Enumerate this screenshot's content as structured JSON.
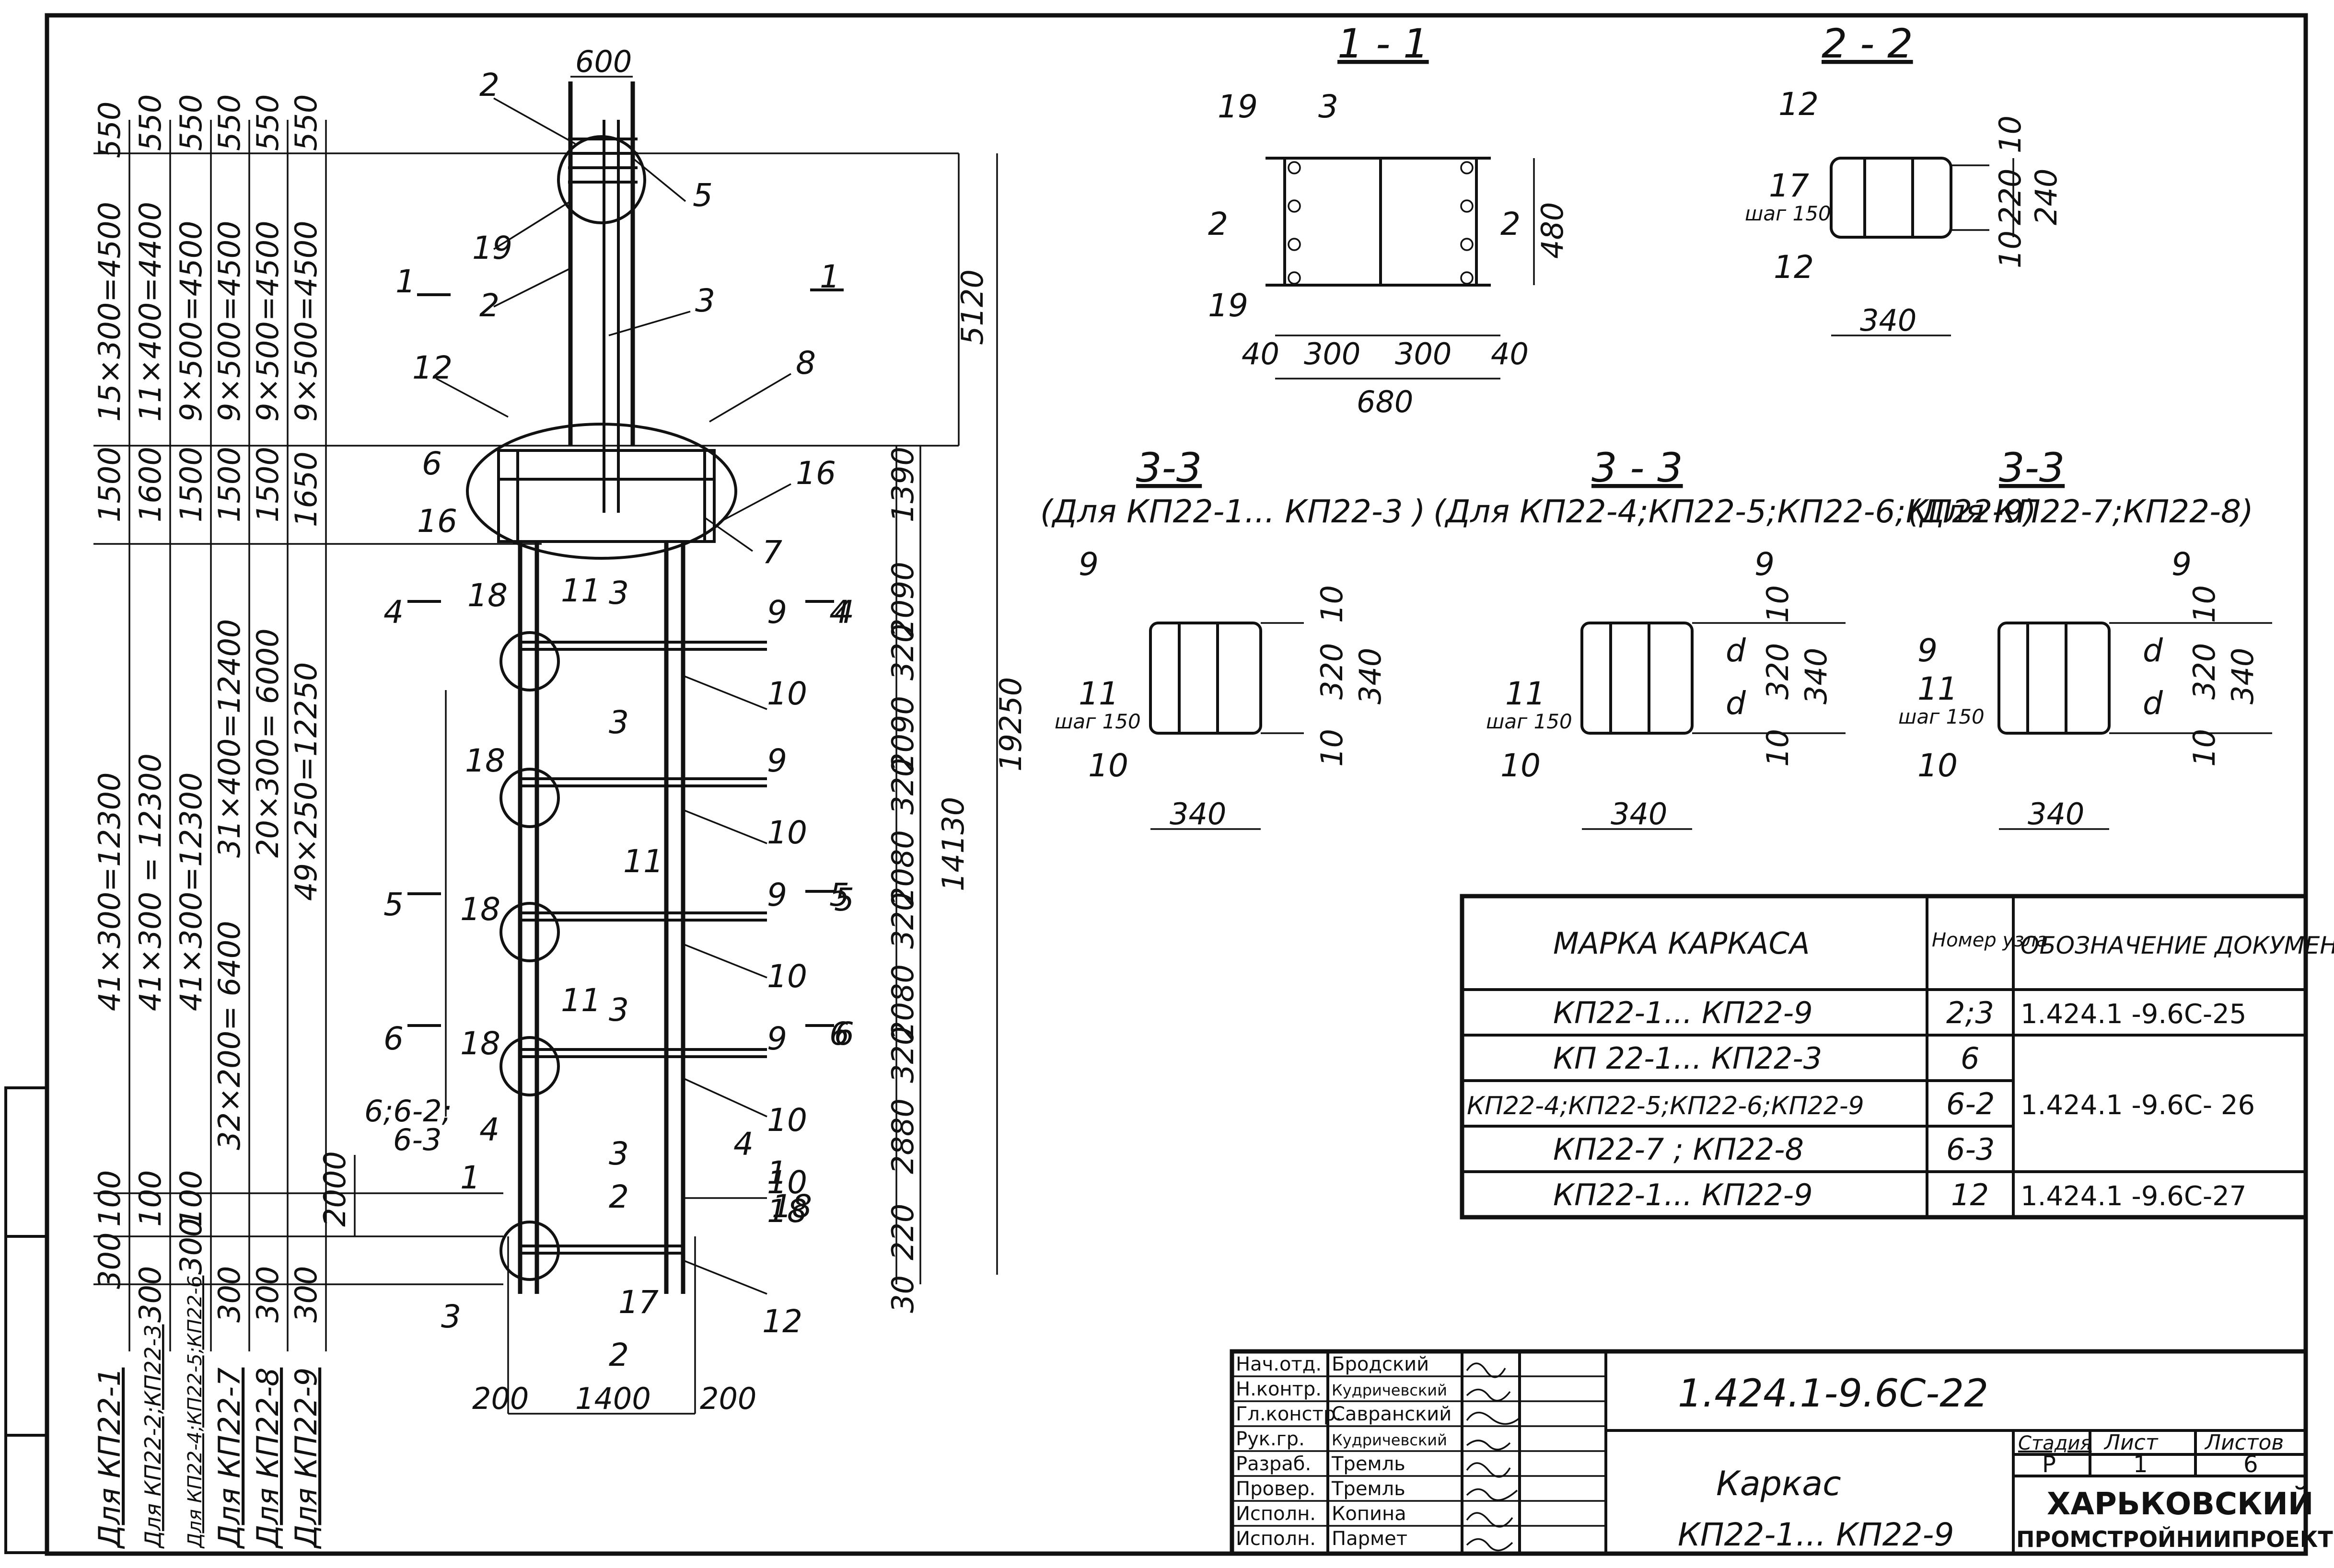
{
  "left_dims": {
    "col1": [
      "550",
      "15×300=4500",
      "1500",
      "41×300=12300",
      "300",
      "100"
    ],
    "col2": [
      "550",
      "11×400=4400",
      "1600",
      "41×300 = 12300",
      "300",
      "100"
    ],
    "col3": [
      "550",
      "9×500=4500",
      "1500",
      "41×300=12300",
      "300",
      "100"
    ],
    "col4": [
      "550",
      "9×500=4500",
      "1500",
      "31×400=12400",
      "32×200= 6400",
      "300"
    ],
    "col5": [
      "550",
      "9×500=4500",
      "1500",
      "20×300= 6000",
      "300"
    ],
    "col6": [
      "550",
      "9×500=4500",
      "1650",
      "49×250=12250",
      "300"
    ]
  },
  "variants": [
    "Для КП22-1",
    "Для КП22-2;КП22-3",
    "Для КП22-4;КП22-5;КП22-6",
    "Для КП22-7",
    "Для КП22-8",
    "Для КП22-9"
  ],
  "main_view": {
    "top_width": "600",
    "bottom_dims": [
      "200",
      "1400",
      "200"
    ],
    "right_overall": [
      "5120",
      "19250",
      "14130"
    ],
    "right_segments": [
      "1390",
      "2090",
      "320",
      "2090",
      "320",
      "2080",
      "320",
      "2080",
      "320",
      "2880",
      "220",
      "30"
    ],
    "left_small": [
      "2000",
      "6;6-2;",
      "6-3"
    ],
    "labels": [
      "2",
      "5",
      "19",
      "2",
      "3",
      "12",
      "8",
      "6",
      "16",
      "16",
      "7",
      "18",
      "11",
      "3",
      "9",
      "4",
      "10",
      "3",
      "18",
      "9",
      "10",
      "18",
      "11",
      "9",
      "5",
      "10",
      "11",
      "3",
      "18",
      "9",
      "6",
      "10",
      "4",
      "4",
      "10",
      "3",
      "1",
      "1",
      "18",
      "2",
      "17",
      "12",
      "3",
      "2",
      "18"
    ],
    "cut_marks": [
      "1",
      "1",
      "4",
      "4",
      "5",
      "5",
      "6",
      "6"
    ]
  },
  "section_1_1": {
    "title": "1 - 1",
    "labels": [
      "19",
      "3",
      "2",
      "2",
      "19"
    ],
    "dims": [
      "40",
      "300",
      "300",
      "40",
      "680",
      "480"
    ]
  },
  "section_2_2": {
    "title": "2 - 2",
    "labels": [
      "12",
      "17",
      "шаг 150",
      "12"
    ],
    "dims": [
      "10",
      "220",
      "10",
      "240",
      "340"
    ]
  },
  "sections_3_3": [
    {
      "title": "3-3",
      "subtitle": "(Для КП22-1... КП22-3 )",
      "labels": [
        "9",
        "11",
        "шаг 150",
        "10"
      ],
      "dims": [
        "10",
        "320",
        "10",
        "340",
        "340"
      ]
    },
    {
      "title": "3 - 3",
      "subtitle": "(Для КП22-4;КП22-5;КП22-6;КП22-9)",
      "labels": [
        "9",
        "11",
        "шаг 150",
        "10",
        "d",
        "d"
      ],
      "dims": [
        "10",
        "320",
        "10",
        "340",
        "340"
      ]
    },
    {
      "title": "3-3",
      "subtitle": "(Для КП22-7;КП22-8)",
      "labels": [
        "9",
        "9",
        "11",
        "шаг 150",
        "10",
        "d",
        "d"
      ],
      "dims": [
        "10",
        "320",
        "10",
        "340",
        "340"
      ]
    }
  ],
  "spec_table": {
    "headers": [
      "МАРКА КАРКАСА",
      "Номер узла",
      "ОБОЗНАЧЕНИЕ ДОКУМЕНТА"
    ],
    "rows": [
      [
        "КП22-1... КП22-9",
        "2;3",
        "1.424.1 -9.6С-25"
      ],
      [
        "КП 22-1... КП22-3",
        "6",
        ""
      ],
      [
        "КП22-4;КП22-5;КП22-6;КП22-9",
        "6-2",
        "1.424.1 -9.6С- 26"
      ],
      [
        "КП22-7 ; КП22-8",
        "6-3",
        ""
      ],
      [
        "КП22-1... КП22-9",
        "12",
        "1.424.1 -9.6С-27"
      ]
    ]
  },
  "title_block": {
    "roles": [
      "Нач.отд.",
      "Н.контр.",
      "Гл.констр.",
      "Рук.гр.",
      "Разраб.",
      "Провер.",
      "Исполн.",
      "Исполн."
    ],
    "names": [
      "Бродский",
      "Кудричевский",
      "Савранский",
      "Кудричевский",
      "Тремль",
      "Тремль",
      "Копина",
      "Пармет"
    ],
    "designation": "1.424.1-9.6С-22",
    "title_line1": "Каркас",
    "title_line2": "КП22-1... КП22-9",
    "stage_label": "Стадия",
    "sheet_label": "Лист",
    "sheets_label": "Листов",
    "stage": "Р",
    "sheet": "1",
    "sheets": "6",
    "org_line1": "ХАРЬКОВСКИЙ",
    "org_line2": "ПРОМСТРОЙНИИПРОЕКТ"
  }
}
